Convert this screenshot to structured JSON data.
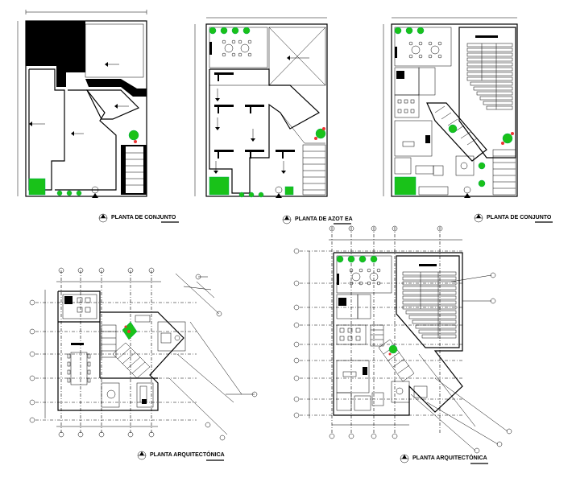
{
  "drawings": [
    {
      "id": "top-left",
      "title": "PLANTA DE CONJUNTO"
    },
    {
      "id": "top-middle",
      "title": "PLANTA DE AZOT EA"
    },
    {
      "id": "top-right",
      "title": "PLANTA DE CONJUNTO"
    },
    {
      "id": "bottom-left",
      "title": "PLANTA ARQUITECTÓNICA"
    },
    {
      "id": "bottom-right",
      "title": "PLANTA ARQUITECTÓNICA"
    }
  ],
  "colors": {
    "line": "#000000",
    "vegetation": "#19c219",
    "flowers": "#e33333"
  }
}
